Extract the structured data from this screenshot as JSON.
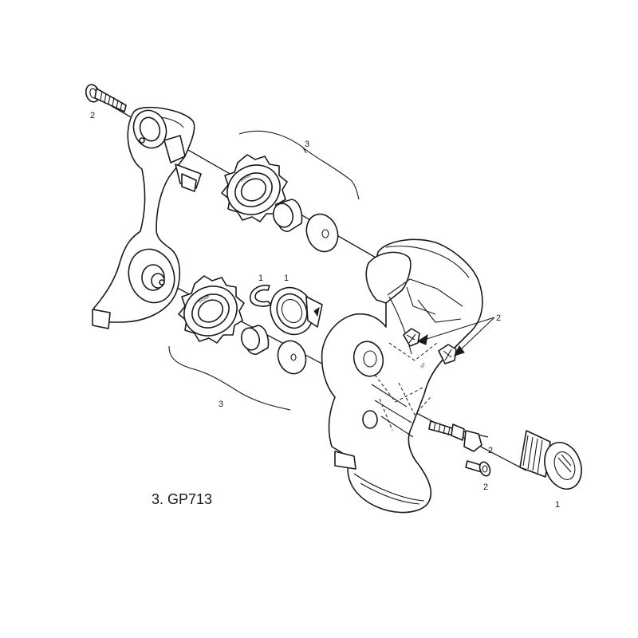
{
  "diagram": {
    "title": "3. GP713",
    "callouts": {
      "screw_top_left": "2",
      "pulley_group_upper": "3",
      "pulley_group_lower": "3",
      "clip": "1",
      "bushing": "1",
      "body_screws": "2",
      "adjuster_screw": "2",
      "small_screw": "2",
      "pivot_bolt": "1"
    }
  }
}
